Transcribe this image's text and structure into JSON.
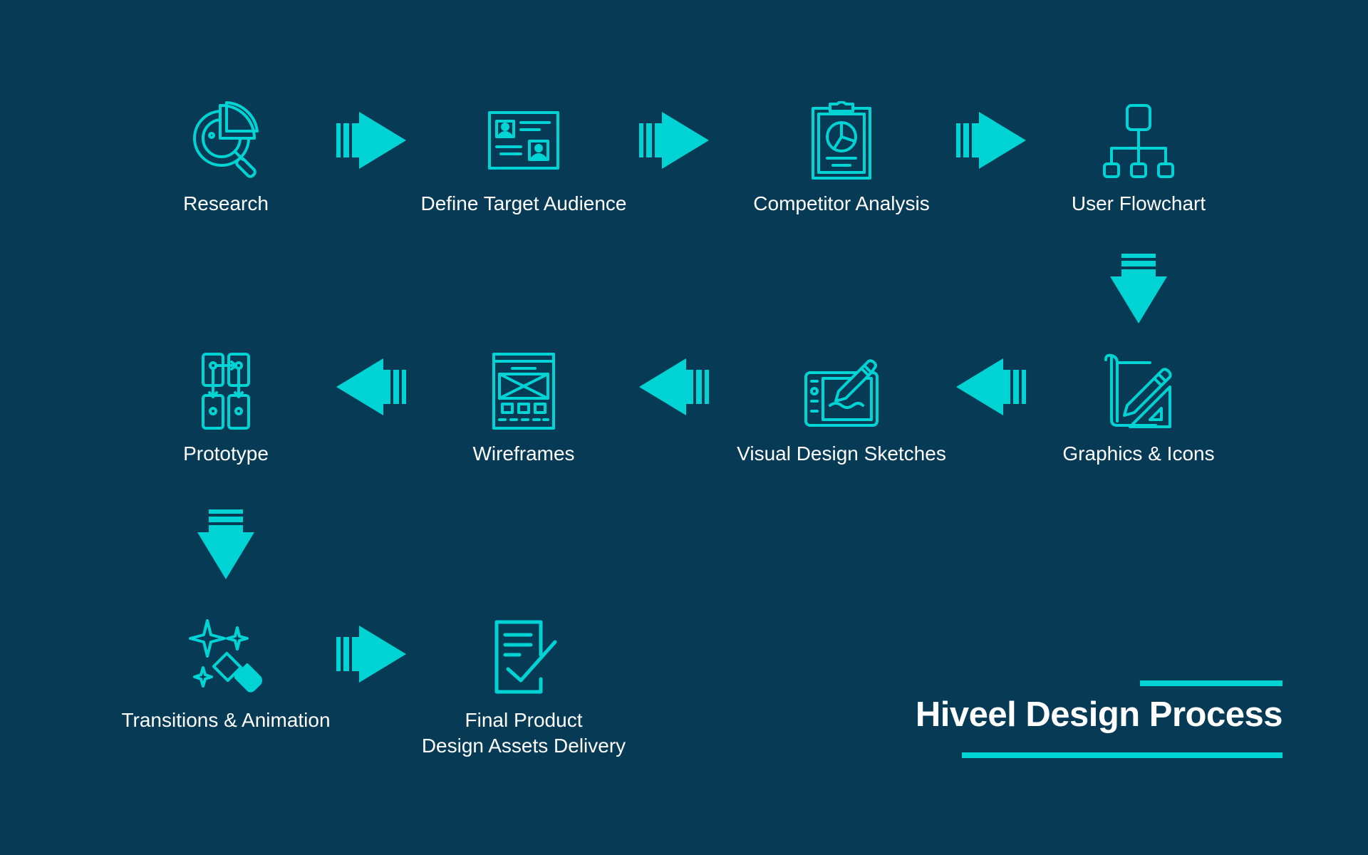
{
  "title": "Hiveel Design Process",
  "colors": {
    "background": "#063a55",
    "accent": "#00d3d3",
    "text": "#ffffff"
  },
  "steps": [
    {
      "label": "Research",
      "icon": "research-icon"
    },
    {
      "label": "Define Target Audience",
      "icon": "target-audience-icon"
    },
    {
      "label": "Competitor Analysis",
      "icon": "clipboard-chart-icon"
    },
    {
      "label": "User Flowchart",
      "icon": "flowchart-icon"
    },
    {
      "label": "Graphics & Icons",
      "icon": "drafting-pencil-icon"
    },
    {
      "label": "Visual Design Sketches",
      "icon": "tablet-sketch-icon"
    },
    {
      "label": "Wireframes",
      "icon": "wireframe-icon"
    },
    {
      "label": "Prototype",
      "icon": "prototype-icon"
    },
    {
      "label": "Transitions & Animation",
      "icon": "sparkle-eraser-icon"
    },
    {
      "label_lines": [
        "Final Product",
        "Design Assets Delivery"
      ],
      "icon": "checklist-icon"
    }
  ],
  "arrows": [
    {
      "from": "Research",
      "to": "Define Target Audience",
      "direction": "right"
    },
    {
      "from": "Define Target Audience",
      "to": "Competitor Analysis",
      "direction": "right"
    },
    {
      "from": "Competitor Analysis",
      "to": "User Flowchart",
      "direction": "right"
    },
    {
      "from": "User Flowchart",
      "to": "Graphics & Icons",
      "direction": "down"
    },
    {
      "from": "Graphics & Icons",
      "to": "Visual Design Sketches",
      "direction": "left"
    },
    {
      "from": "Visual Design Sketches",
      "to": "Wireframes",
      "direction": "left"
    },
    {
      "from": "Wireframes",
      "to": "Prototype",
      "direction": "left"
    },
    {
      "from": "Prototype",
      "to": "Transitions & Animation",
      "direction": "down"
    },
    {
      "from": "Transitions & Animation",
      "to": "Final Product Design Assets Delivery",
      "direction": "right"
    }
  ]
}
